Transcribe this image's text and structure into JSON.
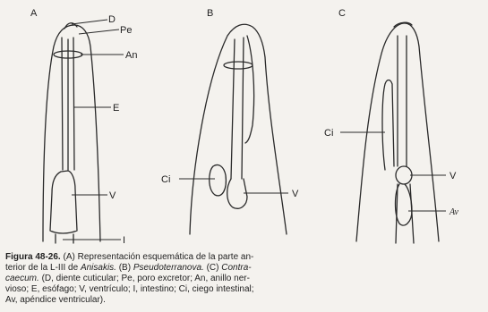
{
  "panels": {
    "a": {
      "letter": "A",
      "labels": {
        "d": "D",
        "pe": "Pe",
        "an": "An",
        "e": "E",
        "v": "V",
        "i": "I"
      }
    },
    "b": {
      "letter": "B",
      "labels": {
        "ci": "Ci",
        "v": "V"
      }
    },
    "c": {
      "letter": "C",
      "labels": {
        "ci": "Ci",
        "v": "V",
        "av": "Av"
      }
    }
  },
  "caption": {
    "figure_label": "Figura 48-26.",
    "t1": "(A) Representación esquemática de la parte an-",
    "t2": "terior de la L-III de ",
    "anisakis": "Anisakis.",
    "t3": " (B) ",
    "pseudo": "Pseudoterranova.",
    "t4": " (C) ",
    "contra1": "Contra-",
    "contra2": "caecum.",
    "t5": " (D, diente cuticular; Pe, poro excretor; An, anillo ner-",
    "t6": "vioso; E, esófago; V, ventrículo; I, intestino; Ci, ciego intestinal;",
    "t7": "Av, apéndice ventricular)."
  }
}
